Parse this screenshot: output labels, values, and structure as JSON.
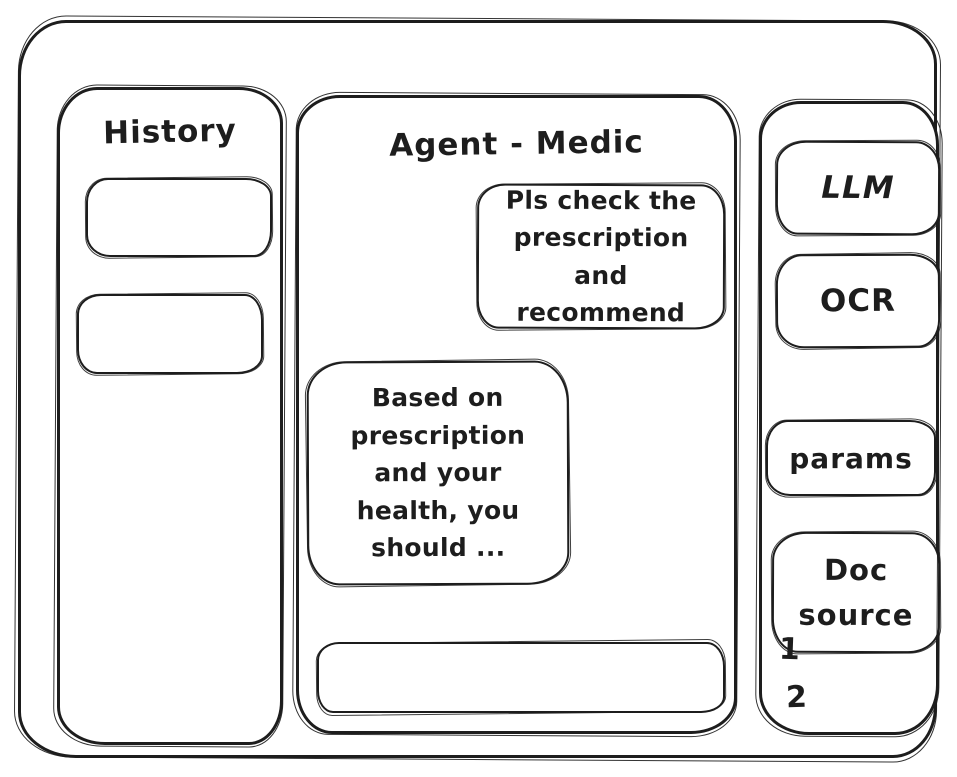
{
  "colors": {
    "ink": "#1d1d1d",
    "background": "#ffffff"
  },
  "history_panel": {
    "title": "History",
    "items": [
      {
        "label": ""
      },
      {
        "label": ""
      }
    ]
  },
  "chat_panel": {
    "title": "Agent - Medic",
    "messages": [
      {
        "role": "user",
        "text": "Pls check the prescription and recommend"
      },
      {
        "role": "assistant",
        "text": "Based on prescription and your health, you should ..."
      }
    ],
    "input": {
      "value": "",
      "placeholder": ""
    }
  },
  "tools_panel": {
    "buttons": [
      {
        "label": "LLM"
      },
      {
        "label": "OCR"
      },
      {
        "label": "params"
      },
      {
        "label": "Doc source"
      }
    ],
    "doc_source_items": [
      "1",
      "2"
    ]
  }
}
